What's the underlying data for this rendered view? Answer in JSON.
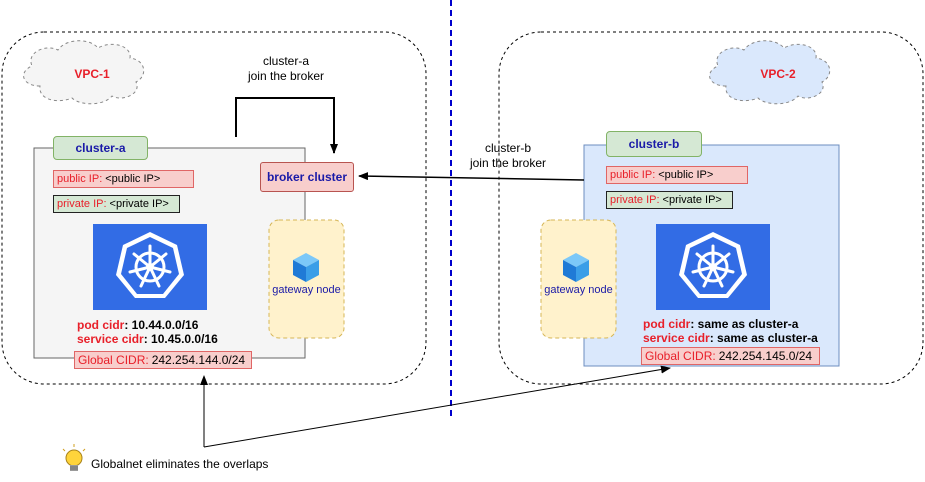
{
  "left_vpc": {
    "name": "VPC-1"
  },
  "right_vpc": {
    "name": "VPC-2"
  },
  "cluster_a": {
    "name": "cluster-a",
    "public_ip_key": "public IP:",
    "public_ip_val": "<public IP>",
    "private_ip_key": "private IP:",
    "private_ip_val": "<private IP>",
    "pod_cidr_key": "pod cidr",
    "pod_cidr_val": ": 10.44.0.0/16",
    "service_cidr_key": "service cidr",
    "service_cidr_val": ": 10.45.0.0/16",
    "global_cidr_key": "Global CIDR:",
    "global_cidr_val": "242.254.144.0/24"
  },
  "cluster_b": {
    "name": "cluster-b",
    "public_ip_key": "public IP:",
    "public_ip_val": "<public IP>",
    "private_ip_key": "private IP:",
    "private_ip_val": "<private IP>",
    "pod_cidr_key": "pod cidr",
    "pod_cidr_val": ": same as cluster-a",
    "service_cidr_key": "service cidr",
    "service_cidr_val": ": same as cluster-a",
    "global_cidr_key": "Global CIDR:",
    "global_cidr_val": "242.254.145.0/24"
  },
  "broker": {
    "label": "broker cluster"
  },
  "gateway_left": {
    "label": "gateway node"
  },
  "gateway_right": {
    "label": "gateway node"
  },
  "arrows": {
    "join_a_line1": "cluster-a",
    "join_a_line2": "join the broker",
    "join_b_line1": "cluster-b",
    "join_b_line2": "join the broker"
  },
  "note": {
    "text": "Globalnet eliminates the overlaps"
  },
  "colors": {
    "red_text": "#e8202a",
    "navy_text": "#1a1aa8",
    "k8s_blue": "#326ce5",
    "pink_fill": "#f8cecc",
    "green_fill": "#d5e8d4",
    "gateway_fill": "#fff2cc",
    "cluster_b_fill": "#dae8fc",
    "cluster_a_fill": "#f5f5f5",
    "divider": "#0000cc"
  }
}
